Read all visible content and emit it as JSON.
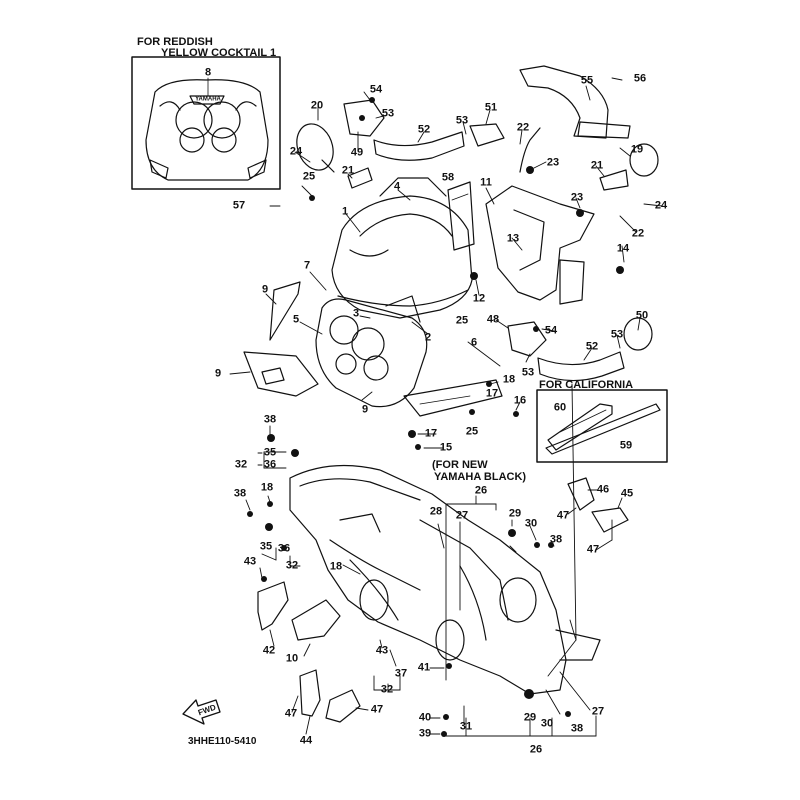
{
  "diagram_code": "3HHE110-5410",
  "arrow_text": "FWD",
  "inset_titles": {
    "reddish": [
      "FOR REDDISH",
      "YELLOW COCKTAIL 1"
    ],
    "california": "FOR CALIFORNIA",
    "new_black": [
      "(FOR NEW",
      "YAMAHA BLACK)"
    ]
  },
  "emblem_text": "YAMAHA",
  "part_numbers": [
    "1",
    "2",
    "3",
    "4",
    "5",
    "6",
    "7",
    "8",
    "9",
    "10",
    "11",
    "12",
    "13",
    "14",
    "15",
    "16",
    "17",
    "18",
    "19",
    "20",
    "21",
    "22",
    "23",
    "24",
    "25",
    "26",
    "27",
    "28",
    "29",
    "30",
    "31",
    "32",
    "35",
    "36",
    "37",
    "38",
    "39",
    "40",
    "41",
    "42",
    "43",
    "44",
    "45",
    "46",
    "47",
    "48",
    "49",
    "50",
    "51",
    "52",
    "53",
    "54",
    "55",
    "56",
    "57",
    "58",
    "59",
    "60"
  ],
  "colors": {
    "ink": "#111111",
    "paper": "#ffffff"
  }
}
